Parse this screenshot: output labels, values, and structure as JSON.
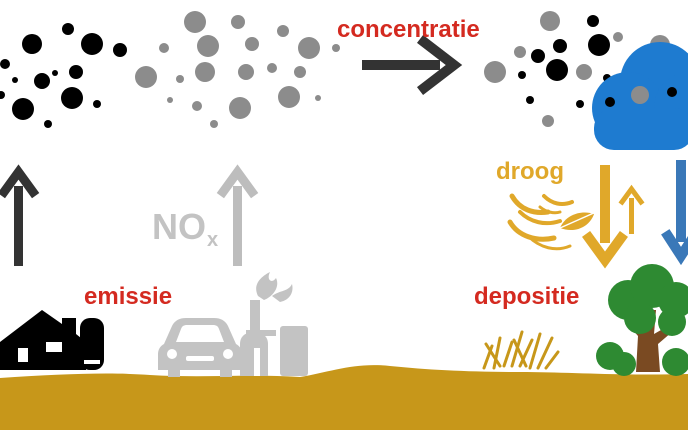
{
  "labels": {
    "concentration": "concentratie",
    "emission": "emissie",
    "nox_main": "NO",
    "nox_sub": "x",
    "dry": "droog",
    "deposition": "depositie"
  },
  "colors": {
    "label_red": "#d42a20",
    "label_yellow": "#e0a82a",
    "ground": "#c7971a",
    "particle_black": "#000000",
    "particle_gray": "#8c8c8c",
    "cloud": "#1e7bd0",
    "dry_arrow": "#e0a82a",
    "wet_arrow": "#3a78b8",
    "tree_canopy": "#2e8a32",
    "tree_trunk": "#7a4a22",
    "source_gray": "#c3c3c3",
    "emission_arrow_dark": "#333333",
    "emission_arrow_light": "#bdbdbd"
  },
  "icons": {
    "farm": "barn-silo-icon",
    "car": "car-icon",
    "factory": "factory-icon",
    "cloud": "rain-cloud-icon",
    "wind": "wind-icon",
    "tree": "tree-icon",
    "grass": "grass-tuft-icon"
  }
}
